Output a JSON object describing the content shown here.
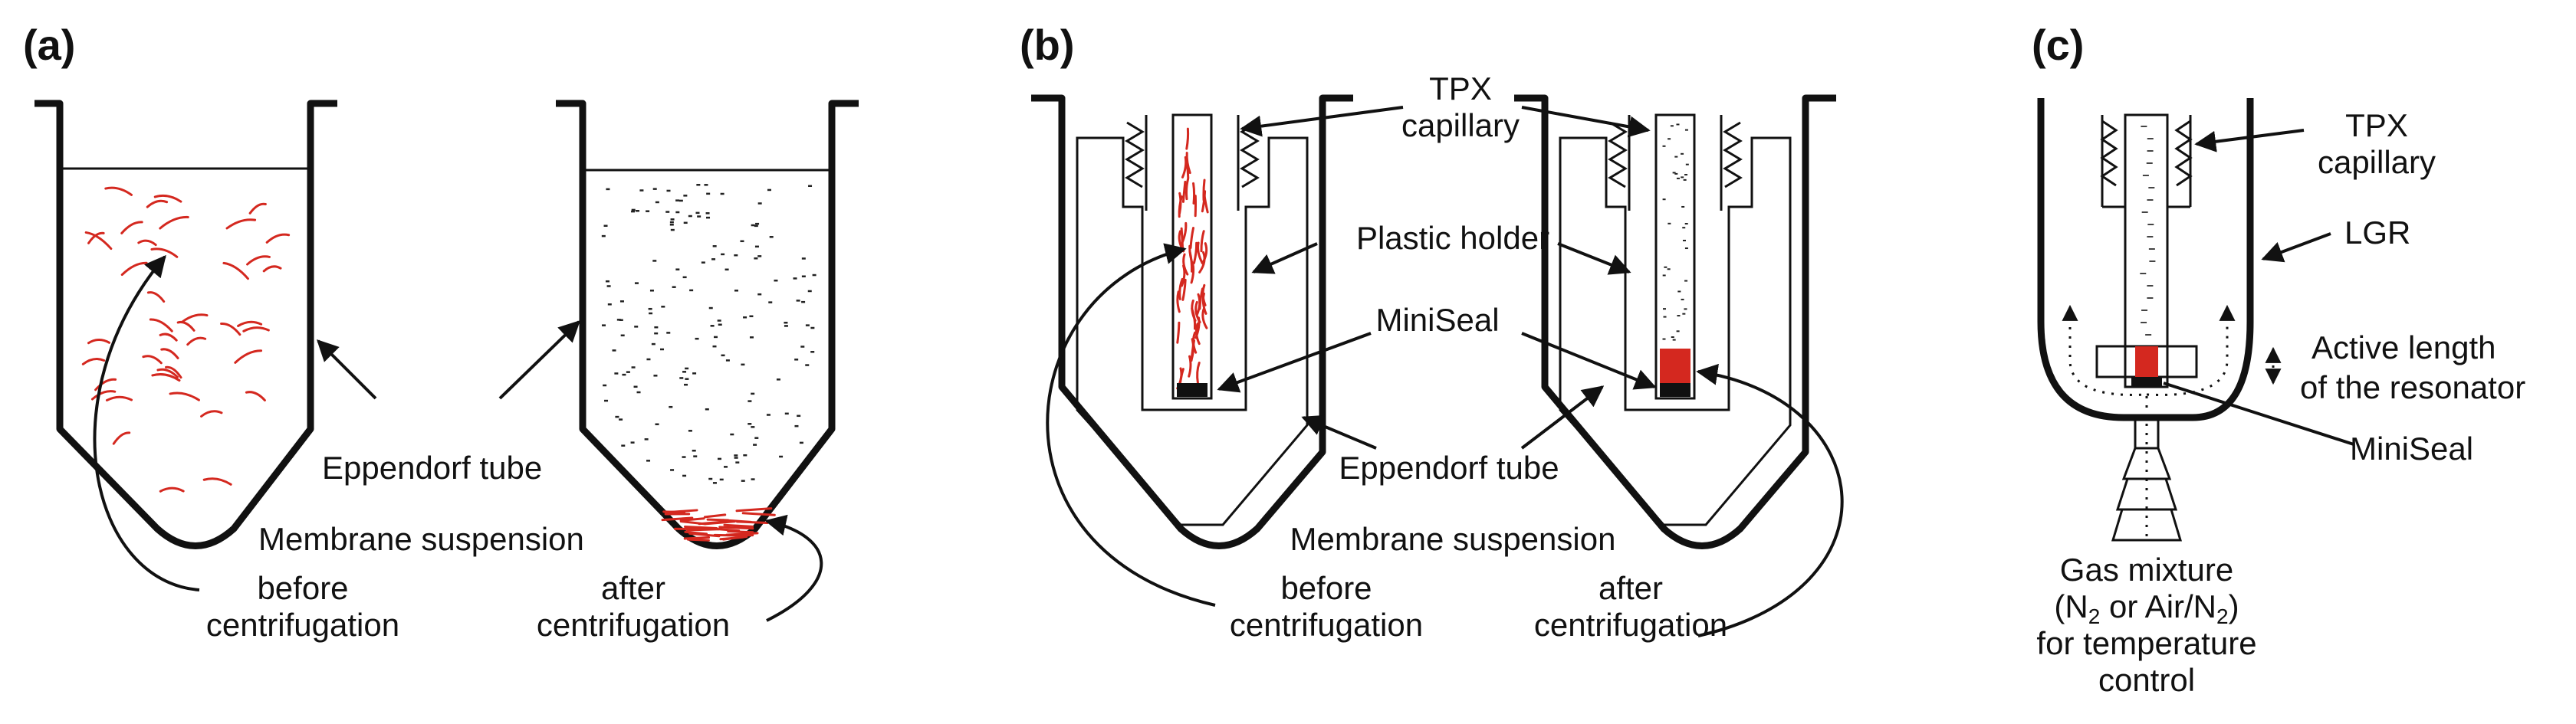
{
  "panels": {
    "a": {
      "label": "(a)",
      "eppendorf": "Eppendorf tube",
      "suspension": "Membrane suspension",
      "before": [
        "before",
        "centrifugation"
      ],
      "after": [
        "after",
        "centrifugation"
      ]
    },
    "b": {
      "label": "(b)",
      "tpx": [
        "TPX",
        "capillary"
      ],
      "holder": "Plastic holder",
      "miniseal": "MiniSeal",
      "eppendorf": "Eppendorf tube",
      "suspension": "Membrane suspension",
      "before": [
        "before",
        "centrifugation"
      ],
      "after": [
        "after",
        "centrifugation"
      ]
    },
    "c": {
      "label": "(c)",
      "tpx": [
        "TPX",
        "capillary"
      ],
      "lgr": "LGR",
      "active": [
        "Active length",
        "of the resonator"
      ],
      "miniseal": "MiniSeal",
      "gas": [
        "Gas mixture",
        "(N2 or Air/N2)",
        "for temperature",
        "control"
      ]
    }
  },
  "colors": {
    "membrane": "#d4281f",
    "line": "#111111"
  }
}
